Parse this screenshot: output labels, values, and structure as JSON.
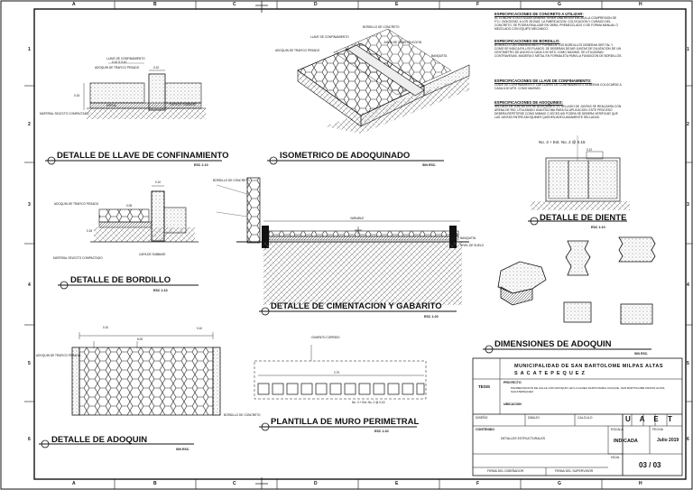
{
  "sheet": {
    "columns": [
      "A",
      "B",
      "C",
      "D",
      "E",
      "F",
      "G",
      "H"
    ],
    "rows": [
      "1",
      "2",
      "3",
      "4",
      "5",
      "6"
    ]
  },
  "details": {
    "llave": {
      "title": "DETALLE DE LLAVE DE CONFINAMIENTO",
      "scale": "ESC 1:10"
    },
    "isometrico": {
      "title": "ISOMETRICO DE ADOQUINADO",
      "scale": "SIN ESC."
    },
    "bordillo": {
      "title": "DETALLE DE BORDILLO",
      "scale": "ESC 1:10"
    },
    "cimentacion": {
      "title": "DETALLE DE CIMENTACION Y GABARITO",
      "scale": "ESC 1:20"
    },
    "diente": {
      "title": "DETALLE DE DIENTE",
      "scale": "ESC 1:10"
    },
    "adoquin": {
      "title": "DETALLE DE ADOQUIN",
      "scale": "SIN ESC."
    },
    "plantilla": {
      "title": "PLANTILLA DE MURO PERIMETRAL",
      "scale": "ESC 1:20"
    },
    "dimensiones": {
      "title": "DIMENSIONES DE ADOQUIN",
      "scale": "SIN ESC."
    }
  },
  "annotations": {
    "llave_confinamiento": "LLAVE DE CONFINAMIENTO",
    "llave_dims": "0.10 X 0.10",
    "dim_010": "0.10",
    "dim_015": "0.15",
    "dim_012": "0.12",
    "dim_005": "0.05",
    "dim_003": "0.03",
    "dim_600": "6.00",
    "dim_270": "2.70",
    "adoquin_trafico": "ADOQUIN DE TRAFICO PESADO",
    "arena": "ARENA",
    "capa_base": "CAPA DE SUBBASE",
    "material_compactado": "MATERIAL SELECTO COMPACTADO",
    "bordillo_concreto": "BORDILLO DE CONCRETO",
    "junta_construccion": "JUNTA DE CONSTRUCCION",
    "banqueta": "BANQUETA",
    "variable": "VARIABLE",
    "varilla": "No. 3 + Est. No. 2 @ 0.15",
    "cimiento_corrido": "CIMIENTO CORRIDO",
    "nivel_suelo": "NIVEL DE SUELO"
  },
  "specs": [
    {
      "heading": "ESPECIFICACIONES DE CONCRETO A UTILIZAR:",
      "body": "EL CONCRETO A UTILIZAR DEBERA TENER UNA RESISTENCIA A LA COMPRESION DE F'C= 210KG/CM2, A LOS 28 DIAS. LA FABRICACION, COLOCACION Y CURADO DEL CONCRETO, SE PODRA REALIZAR EN OBRA, PREMEZCLADO O DE FORMA MANUAL O MEZCLADO CON EQUIPO MECANICO."
    },
    {
      "heading": "ESPECIFICACIONES DE BORDILLO:",
      "body": "BORDILLO: LAS DIMENSIONES Y FORMA DE LOS BORDILLOS DEBERAN SER TAL Y COMO SE INDICA EN LOS PLANOS. SE DEBERAN DEJAR JUNTAS DE DILATACION DE UN CENTIMETRO DE ANCHO A CADA 3.00 MTS. COMO MAXIMO. SE UTILIZARAN CONTRAVENAS, MADERA O METAL EN FORMALETA PARA LA FUNDICION DE BORDILLOS."
    },
    {
      "heading": "ESPECIFICACIONES DE LLAVE DE CONFINAMIENTO:",
      "body": "LLAVE DE CONFINAMIENTO: LAS LLAVES DE CONFINAMIENTO DEBERAN COLOCARSE A CADA 6.00 MTS. COMO MAXIMO."
    },
    {
      "heading": "ESPECIFICACIONES DE ADOQUINES:",
      "body": "SELLADO DE JUNTAS ENTRE ADOQUINES: EL SELLADO DE JUNTAS SE REALIZARA CON ARENA DE RIO, UTILIZANDO UNA ESCOBA PARA SU APLICACION. ESTE PROCESO DEBERA REPETIRSE COMO MINIMO 2 VECES ASI PODRA SE DEBERA VERIFICAR QUE LAS JUNTAS ENTRE ADOQUINES QUEDEN ADECUADAMENTE SELLADAS."
    }
  ],
  "title_block": {
    "municipality": "MUNICIPALIDAD DE SAN BARTOLOME MILPAS ALTAS",
    "department": "SACATEPEQUEZ",
    "tesis_label": "TESIS",
    "project_label": "PROYECTO",
    "project": "PAVIMENTACION DE CALLE CON ADOQUIN, EN LA ALDEA SANTA MARIA CAUQUE, SAN BARTOLOME MILPAS ALTAS, SACATEPEQUEZ",
    "location_label": "UBICACION",
    "content_label": "CONTENIDO",
    "content": "DETALLES ESTRUCTURALES",
    "designer_label": "DISEÑO",
    "drawn_label": "DIBUJO",
    "calc_label": "CALCULO",
    "scale_label": "ESCALA",
    "scale": "INDICADA",
    "date_label": "FECHA",
    "date": "Julio 2019",
    "sheet_label": "HOJA",
    "sheet": "03 / 03",
    "logo": "U A E T",
    "sign1": "FIRMA DEL DISEÑADOR",
    "sign2": "FIRMA DEL SUPERVISOR"
  }
}
